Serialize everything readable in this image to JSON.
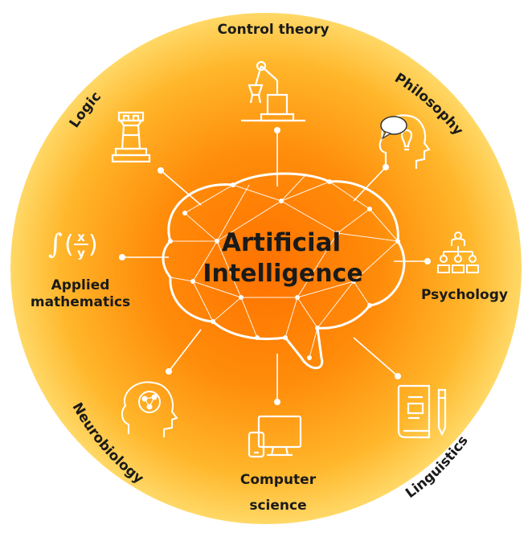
{
  "center": {
    "line1": "Artificial",
    "line2": "Intelligence"
  },
  "fields": {
    "control_theory": "Control theory",
    "philosophy": "Philosophy",
    "logic": "Logic",
    "psychology": "Psychology",
    "applied_math_line1": "Applied",
    "applied_math_line2": "mathematics",
    "linguistics": "Linguistics",
    "neurobiology": "Neurobiology",
    "computer_science_line1": "Computer",
    "computer_science_line2": "science"
  },
  "colors": {
    "disc_center": "#ff7a00",
    "disc_mid": "#ffa61c",
    "disc_edge": "#ffd866",
    "line": "#ffffff",
    "text_dark": "#1a1a1a"
  },
  "icons": {
    "control_theory": "robot-arm-icon",
    "philosophy": "head-lightbulb-icon",
    "logic": "chess-rook-icon",
    "psychology": "hierarchy-people-icon",
    "applied_math": "integral-fraction-icon",
    "linguistics": "book-pen-icon",
    "neurobiology": "head-molecule-icon",
    "computer_science": "devices-icon"
  }
}
